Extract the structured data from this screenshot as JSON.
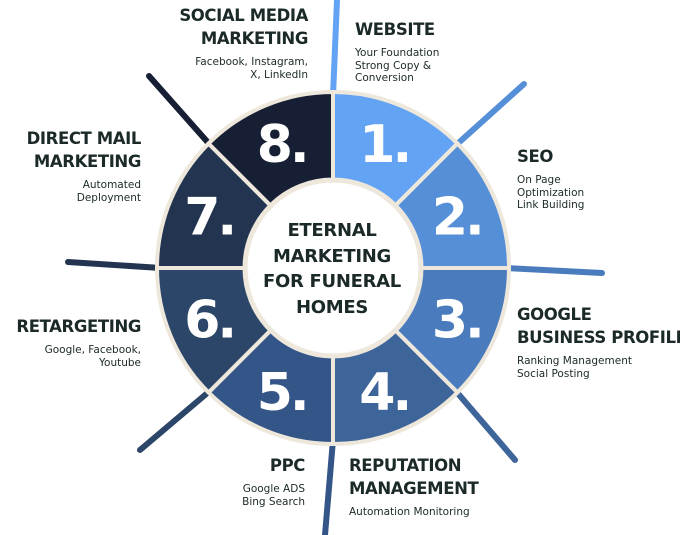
{
  "center_title": [
    "ETERNAL",
    "MARKETING",
    "FOR FUNERAL",
    "HOMES"
  ],
  "segments": [
    {
      "number": "1.",
      "title": [
        "WEBSITE"
      ],
      "subtitle": [
        "Your Foundation",
        "Strong Copy &",
        "Conversion"
      ],
      "color": "#63a3f3"
    },
    {
      "number": "2.",
      "title": [
        "SEO"
      ],
      "subtitle": [
        "On Page",
        "Optimization",
        "Link Building"
      ],
      "color": "#558fd8"
    },
    {
      "number": "3.",
      "title": [
        "GOOGLE",
        "BUSINESS PROFILE"
      ],
      "subtitle": [
        "Ranking Management",
        "Social Posting"
      ],
      "color": "#4a7bbd"
    },
    {
      "number": "4.",
      "title": [
        "REPUTATION",
        "MANAGEMENT"
      ],
      "subtitle": [
        "Automation Monitoring"
      ],
      "color": "#3d6599"
    },
    {
      "number": "5.",
      "title": [
        "PPC"
      ],
      "subtitle": [
        "Google ADS",
        "Bing Search"
      ],
      "color": "#345588"
    },
    {
      "number": "6.",
      "title": [
        "RETARGETING"
      ],
      "subtitle": [
        "Google, Facebook,",
        "Youtube"
      ],
      "color": "#2c4669"
    },
    {
      "number": "7.",
      "title": [
        "DIRECT MAIL",
        "MARKETING"
      ],
      "subtitle": [
        "Automated",
        "Deployment"
      ],
      "color": "#22344f"
    },
    {
      "number": "8.",
      "title": [
        "SOCIAL MEDIA",
        "MARKETING"
      ],
      "subtitle": [
        "Facebook, Instagram,",
        "X, LinkedIn"
      ],
      "color": "#161f33"
    }
  ],
  "gap_color": "#eee8dc"
}
